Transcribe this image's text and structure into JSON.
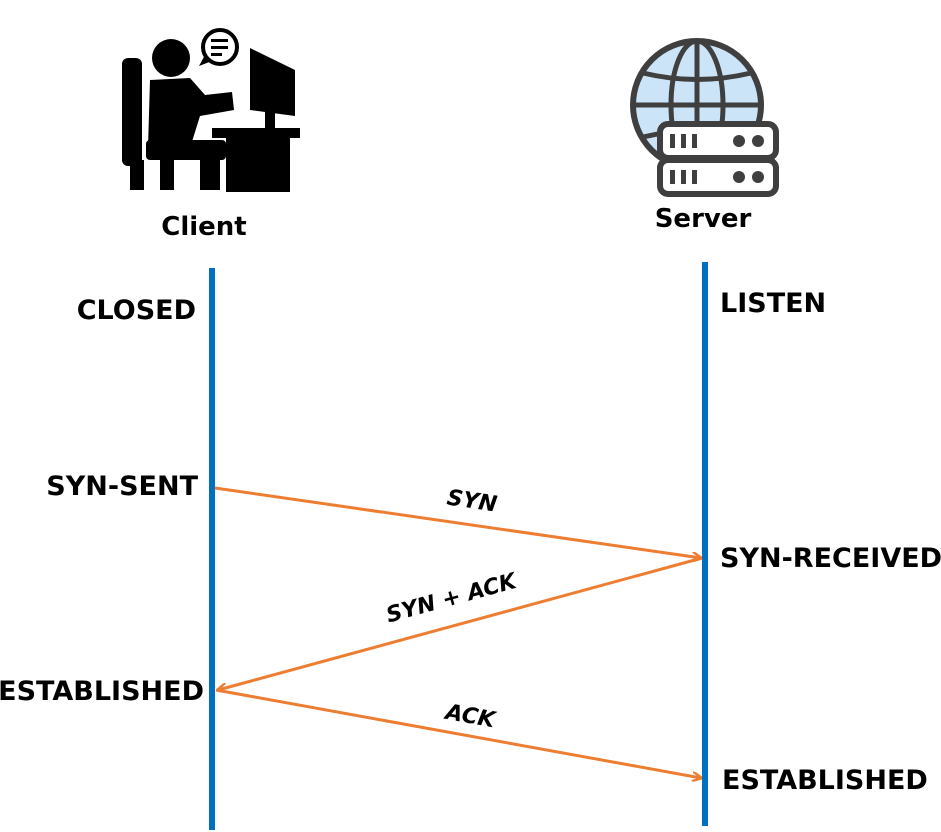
{
  "client": {
    "label": "Client",
    "icon": "person-at-computer-icon"
  },
  "server": {
    "label": "Server",
    "icon": "globe-server-icon"
  },
  "client_states": {
    "closed": "CLOSED",
    "syn_sent": "SYN-SENT",
    "established": "ESTABLISHED"
  },
  "server_states": {
    "listen": "LISTEN",
    "syn_received": "SYN-RECEIVED",
    "established": "ESTABLISHED"
  },
  "messages": {
    "syn": "SYN",
    "syn_ack": "SYN + ACK",
    "ack": "ACK"
  },
  "colors": {
    "timeline": "#0070C0",
    "arrow": "#ED7D31",
    "globe": "#CCE4F7",
    "icon_dark": "#000000",
    "server_frame": "#3F3F3F"
  }
}
